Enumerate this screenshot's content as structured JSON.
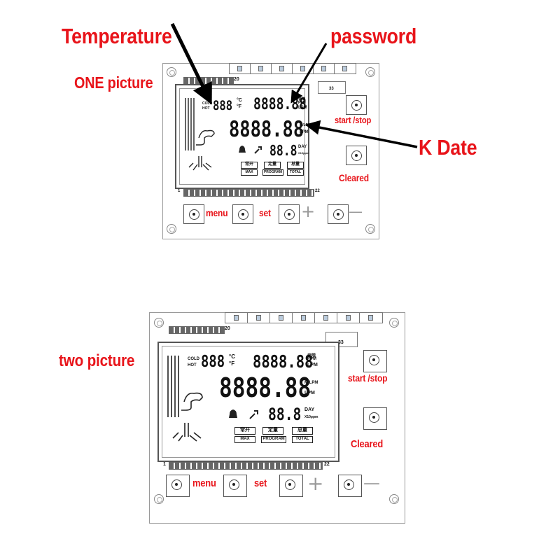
{
  "annotations": {
    "temperature": "Temperature",
    "password": "password",
    "one_picture": "ONE picture",
    "k_date": "K Date",
    "two_picture": "two picture"
  },
  "boards": [
    {
      "start_stop": "start /stop",
      "cleared": "Cleared",
      "menu": "menu",
      "set": "set",
      "plus": "+",
      "minus": "—",
      "pin_start": "1",
      "pin_end": "22",
      "pin_top": "20",
      "conn_label": "33",
      "lcd": {
        "cold": "COLD",
        "hot": "HOT",
        "temp_digits": "888",
        "temp_unit_c": "°C",
        "temp_unit_f": "°F",
        "top_digits": "8888.88",
        "top_unit_1": "音階",
        "top_unit_2": "PPM",
        "top_unit_3": "LPM",
        "main_digits": "8888.88",
        "main_unit_1": "M/LPM",
        "main_unit_2": "LPM",
        "day_digits": "88.8",
        "day_label": "DAY",
        "day_sub": "X10ppm",
        "box1_cn": "常开",
        "box2_cn": "定量",
        "box3_cn": "总量",
        "box1_en": "MAX",
        "box2_en": "PROGRAM",
        "box3_en": "TOTAL"
      }
    },
    {
      "start_stop": "start /stop",
      "cleared": "Cleared",
      "menu": "menu",
      "set": "set",
      "plus": "+",
      "minus": "—",
      "pin_start": "1",
      "pin_end": "22",
      "pin_top": "20",
      "conn_label": "33",
      "lcd": {
        "cold": "COLD",
        "hot": "HOT",
        "temp_digits": "888",
        "temp_unit_c": "°C",
        "temp_unit_f": "°F",
        "top_digits": "8888.88",
        "top_unit_1": "音階",
        "top_unit_2": "PPM",
        "top_unit_3": "LPM",
        "main_digits": "8888.88",
        "main_unit_1": "M/LPM",
        "main_unit_2": "LPM",
        "day_digits": "88.8",
        "day_label": "DAY",
        "day_sub": "X10ppm",
        "box1_cn": "常开",
        "box2_cn": "定量",
        "box3_cn": "总量",
        "box1_en": "MAX",
        "box2_en": "PROGRAM",
        "box3_en": "TOTAL"
      }
    }
  ],
  "colors": {
    "annotation_red": "#e8141a",
    "arrow_black": "#000000"
  }
}
